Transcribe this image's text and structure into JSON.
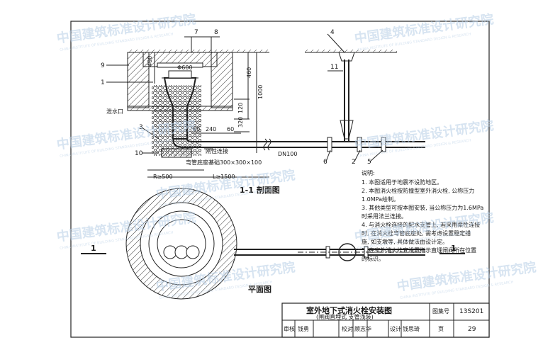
{
  "drawing": {
    "section_title": "1-1 剖面图",
    "plan_title": "平面图",
    "section_mark": "1",
    "callouts": [
      "7",
      "8",
      "9",
      "1",
      "3",
      "10",
      "2",
      "4",
      "11",
      "6",
      "5"
    ],
    "dims": {
      "d400": "400",
      "d460": "460",
      "d1000": "1000",
      "d120": "120",
      "d320": "320",
      "d60a": "60",
      "d240": "240",
      "d60b": "60",
      "phi600": "Φ600",
      "r500": "R≥500",
      "l1500": "L≥1500"
    },
    "labels": {
      "drain": "泄水口",
      "rigid": "刚性连接",
      "base": "弯管底座基础300×300×100",
      "dn100": "DN100"
    }
  },
  "notes": {
    "heading": "说明:",
    "lines": [
      "1. 本图适用于地震不设防地区。",
      "2. 本图消火栓按防撞型室外消火栓, 公称压力",
      "   1.0MPa绘制。",
      "3. 其他类型可按本图安装, 当公称压力为1.6MPa",
      "   时采用法兰连接。",
      "4. 与消火栓连接的配水支管上, 若采用柔性连接",
      "   时, 在消火栓弯管底座处, 需考虑设置稳定措",
      "   施, 如支墩等, 具体做法由设计定。",
      "5. 在室外消火栓宜设置指示直埋闸阀所在位置",
      "   的标识。"
    ]
  },
  "title_block": {
    "title": "室外地下式消火栓安装图",
    "subtitle": "(闸阀直埋式  支管浅装)",
    "atlas_label": "图集号",
    "atlas_no": "13S201",
    "review_label": "审核",
    "reviewer": "钱勇",
    "check_label": "校对",
    "checker": "顾志华",
    "design_label": "设计",
    "designer": "钱思琦",
    "page_label": "页",
    "page_no": "29"
  },
  "watermark": {
    "cn": "中国建筑标准设计研究院",
    "en": "CHINA INSTITUTE OF BUILDING STANDARD DESIGN & RESEARCH"
  }
}
